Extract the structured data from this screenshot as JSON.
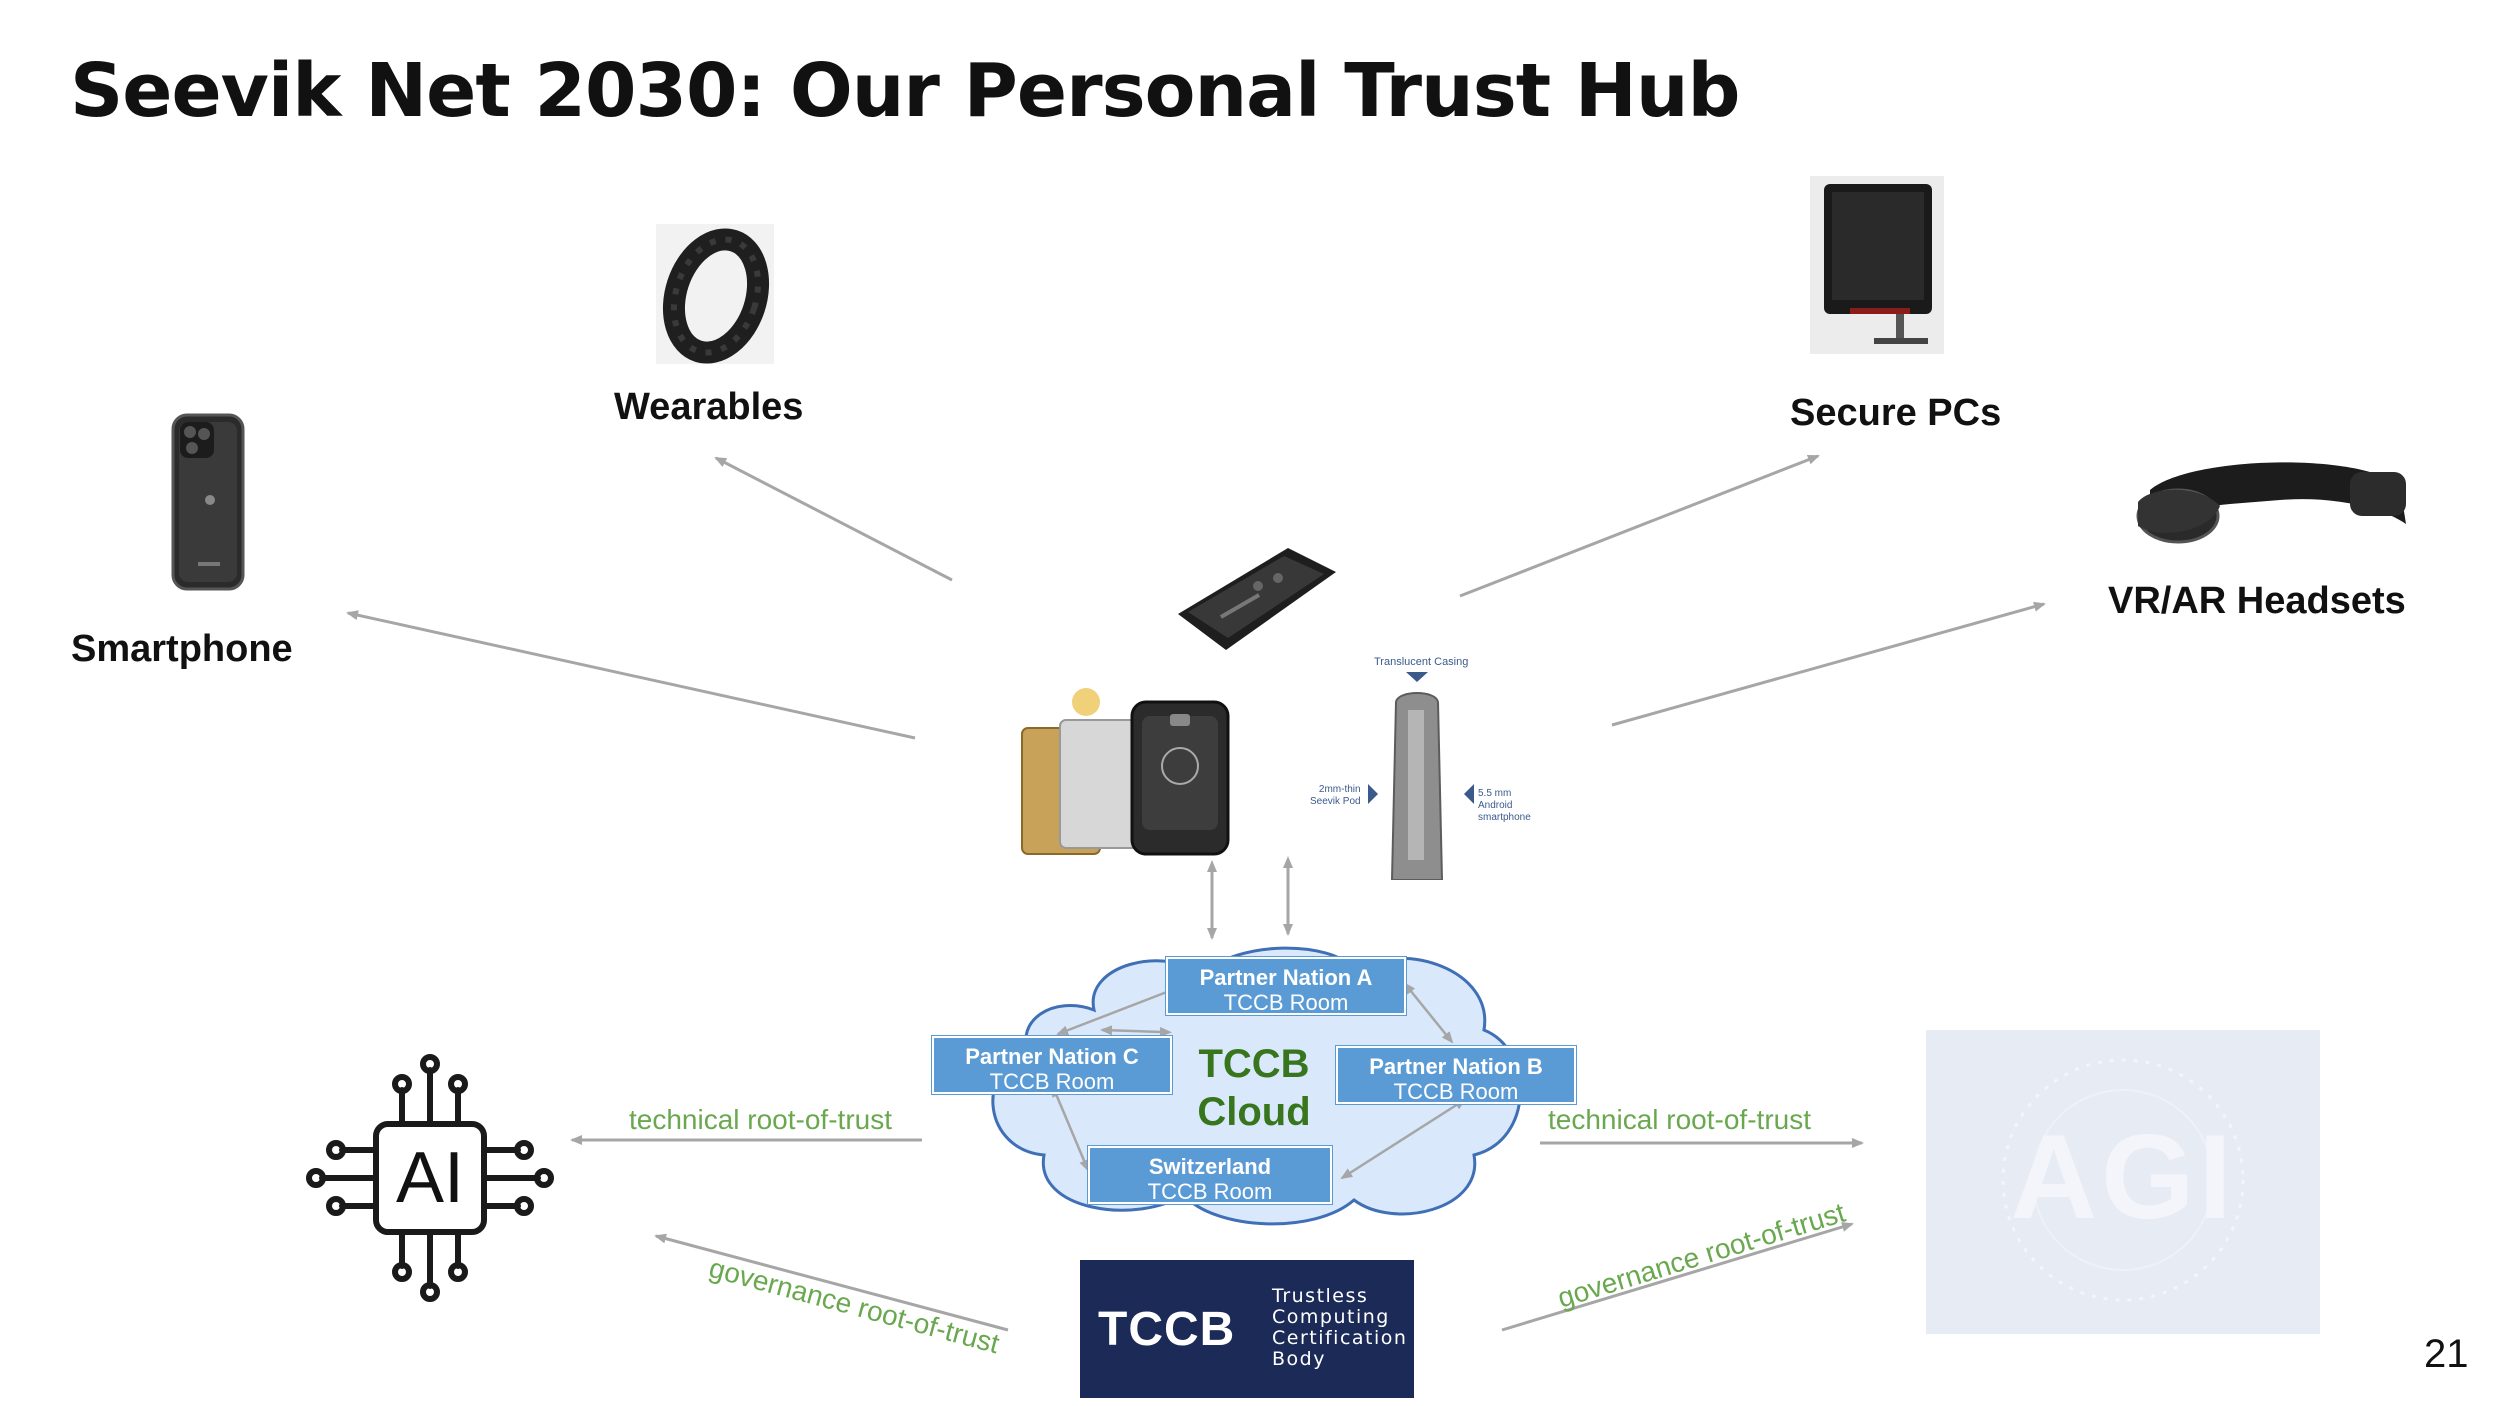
{
  "slide": {
    "title": "Seevik Net 2030: Our Personal Trust Hub",
    "page_number": "21"
  },
  "devices": {
    "smartphone": "Smartphone",
    "wearables": "Wearables",
    "secure_pcs": "Secure PCs",
    "vr_ar": "VR/AR Headsets"
  },
  "hub_figure": {
    "casing_label": "Translucent Casing",
    "pod_label_line1": "2mm-thin",
    "pod_label_line2": "Seevik Pod",
    "phone_label_line1": "5.5 mm",
    "phone_label_line2": "Android",
    "phone_label_line3": "smartphone"
  },
  "cloud": {
    "title_line1": "TCCB",
    "title_line2": "Cloud",
    "nodes": [
      {
        "name": "Partner Nation A",
        "sub": "TCCB Room"
      },
      {
        "name": "Partner Nation C",
        "sub": "TCCB Room"
      },
      {
        "name": "Partner Nation B",
        "sub": "TCCB Room"
      },
      {
        "name": "Switzerland",
        "sub": "TCCB Room"
      }
    ]
  },
  "relations": {
    "technical_left": "technical root-of-trust",
    "technical_right": "technical root-of-trust",
    "governance_left": "governance root-of-trust",
    "governance_right": "governance root-of-trust"
  },
  "ai_chip": {
    "label": "AI"
  },
  "agi_image": {
    "label": "AGI"
  },
  "tccb_logo": {
    "acronym": "TCCB",
    "line1": "Trustless",
    "line2": "Computing",
    "line3": "Certification",
    "line4": "Body"
  },
  "colors": {
    "arrow_gray": "#a6a6a6",
    "node_blue": "#5b9bd5",
    "cloud_fill": "#dae8fc",
    "cloud_stroke": "#3f6fb5",
    "green_text": "#6aa84f",
    "cloud_title_green": "#38761d",
    "tccb_navy": "#1b2a57"
  }
}
